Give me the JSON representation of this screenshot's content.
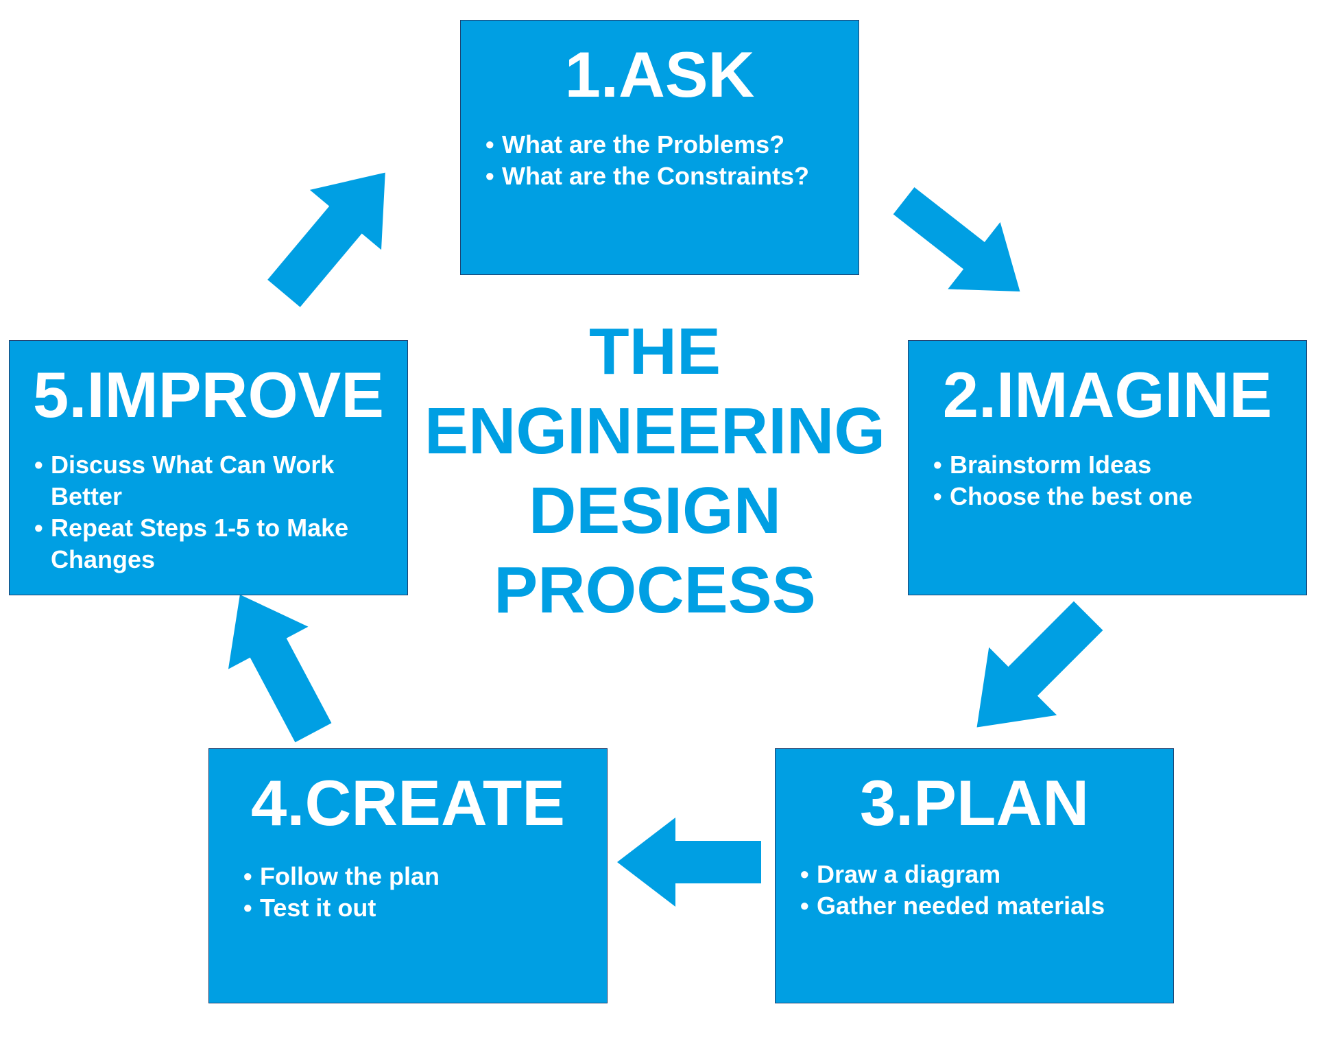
{
  "title_lines": [
    "THE",
    "ENGINEERING",
    "DESIGN",
    "PROCESS"
  ],
  "colors": {
    "box_fill": "#009fe3",
    "box_border": "#1d3f6e",
    "arrow_fill": "#009fe3",
    "title_text": "#009fe3",
    "box_text": "#ffffff"
  },
  "steps": [
    {
      "title": "1.ASK",
      "bullets": [
        "What are the Problems?",
        "What are the Constraints?"
      ]
    },
    {
      "title": "2.IMAGINE",
      "bullets": [
        "Brainstorm Ideas",
        "Choose the best one"
      ]
    },
    {
      "title": "3.PLAN",
      "bullets": [
        "Draw a diagram",
        "Gather needed materials"
      ]
    },
    {
      "title": "4.CREATE",
      "bullets": [
        "Follow the plan",
        "Test it out"
      ]
    },
    {
      "title": "5.IMPROVE",
      "bullets": [
        "Discuss What Can Work Better",
        "Repeat Steps 1-5 to Make Changes"
      ]
    }
  ],
  "arrows": [
    {
      "from": "1.ASK",
      "to": "2.IMAGINE"
    },
    {
      "from": "2.IMAGINE",
      "to": "3.PLAN"
    },
    {
      "from": "3.PLAN",
      "to": "4.CREATE"
    },
    {
      "from": "4.CREATE",
      "to": "5.IMPROVE"
    },
    {
      "from": "5.IMPROVE",
      "to": "1.ASK"
    }
  ],
  "bullet_glyph": "•"
}
